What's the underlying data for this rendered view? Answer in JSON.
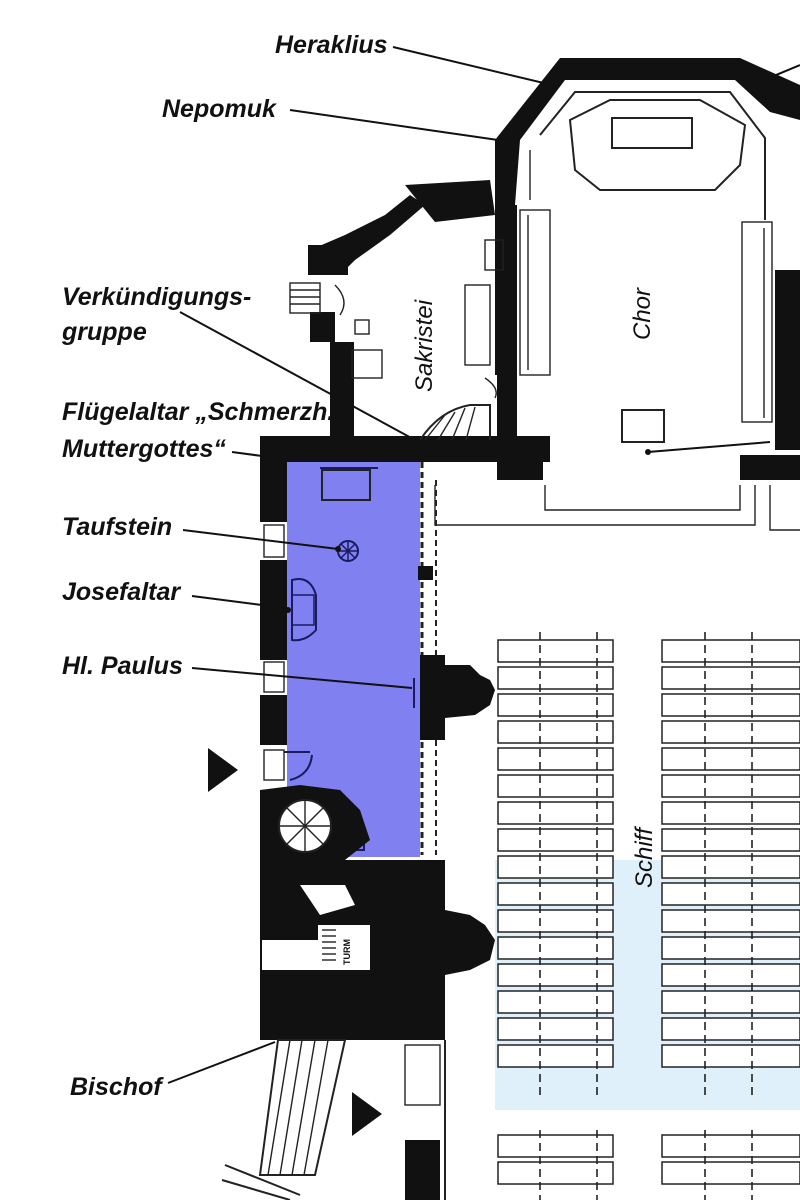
{
  "colors": {
    "highlight": "#8080f0",
    "wall": "#111111",
    "pew_tint": "#dff0fb",
    "background": "#ffffff"
  },
  "labels": {
    "heraklius": "Heraklius",
    "nepomuk": "Nepomuk",
    "verkuendigung_line1": "Verkündigungs-",
    "verkuendigung_line2": "gruppe",
    "fluegelaltar_line1": "Flügelaltar „Schmerzh.",
    "fluegelaltar_line2": "Muttergottes“",
    "taufstein": "Taufstein",
    "josefaltar": "Josefaltar",
    "paulus": "Hl. Paulus",
    "bischof": "Bischof"
  },
  "rooms": {
    "sakristei": "Sakristei",
    "chor": "Chor",
    "schiff": "Schiff",
    "turm": "TURM"
  },
  "icons": {
    "entrance_upper": "entrance-triangle-icon",
    "entrance_lower": "entrance-triangle-icon",
    "font": "baptismal-font-icon"
  }
}
